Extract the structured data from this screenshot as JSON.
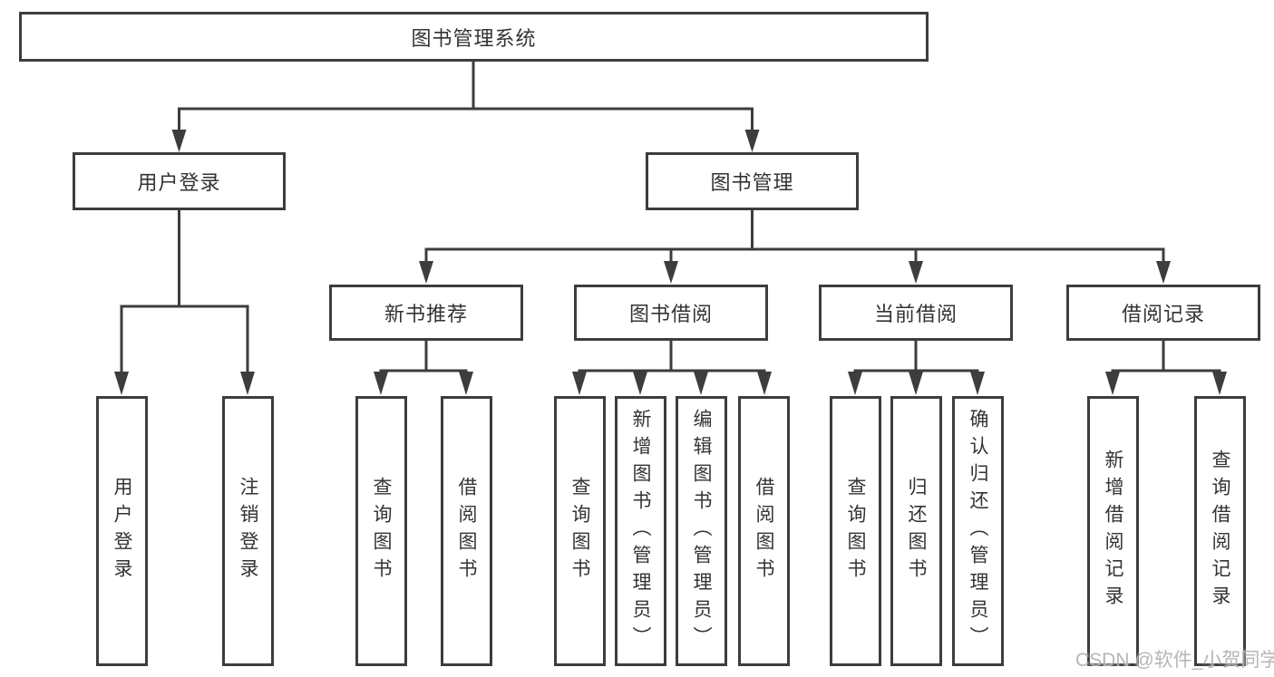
{
  "root": {
    "label": "图书管理系统"
  },
  "branches": [
    {
      "label": "用户登录",
      "children": [
        "用户登录",
        "注销登录"
      ]
    },
    {
      "label": "图书管理",
      "sections": [
        {
          "label": "新书推荐",
          "children": [
            "查询图书",
            "借阅图书"
          ]
        },
        {
          "label": "图书借阅",
          "children": [
            "查询图书",
            "新增图书（管理员）",
            "编辑图书（管理员）",
            "借阅图书"
          ]
        },
        {
          "label": "当前借阅",
          "children": [
            "查询图书",
            "归还图书",
            "确认归还（管理员）"
          ]
        },
        {
          "label": "借阅记录",
          "children": [
            "新增借阅记录",
            "查询借阅记录"
          ]
        }
      ]
    }
  ],
  "watermark": {
    "text": "CSDN @软件_小贺同学"
  },
  "colors": {
    "line": "#3d3d3d",
    "text": "#333333",
    "background": "#ffffff",
    "watermark": "#b0b0b0"
  }
}
